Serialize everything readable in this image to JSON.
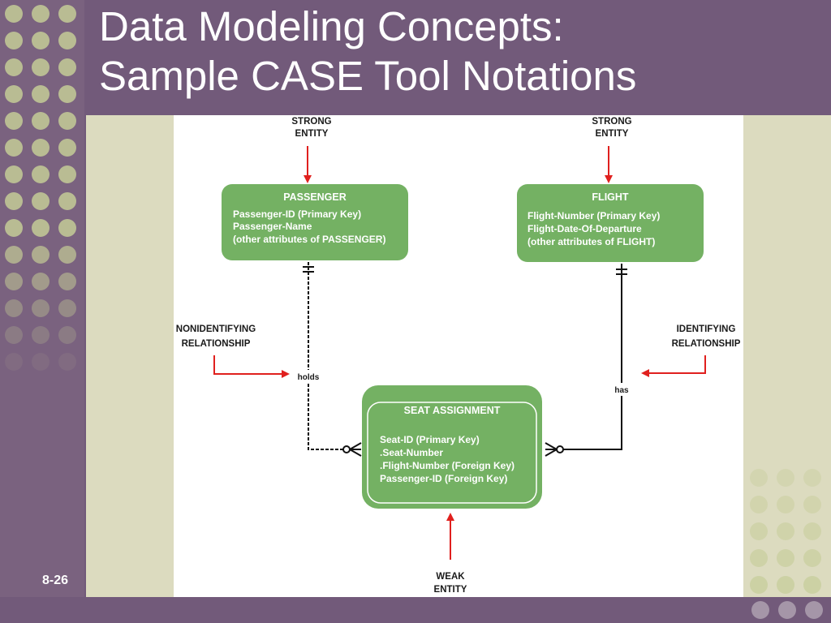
{
  "slide": {
    "title_line1": "Data Modeling Concepts:",
    "title_line2": "Sample CASE Tool Notations",
    "number": "8-26"
  },
  "colors": {
    "background": "#725a7a",
    "panel": "#dcdbbf",
    "entity_fill": "#74b163",
    "arrow": "#e0201e",
    "dot": "#c4cc96"
  },
  "diagram": {
    "labels": {
      "strong_left_l1": "STRONG",
      "strong_left_l2": "ENTITY",
      "strong_right_l1": "STRONG",
      "strong_right_l2": "ENTITY",
      "nonidentifying_l1": "NONIDENTIFYING",
      "nonidentifying_l2": "RELATIONSHIP",
      "identifying_l1": "IDENTIFYING",
      "identifying_l2": "RELATIONSHIP",
      "weak_l1": "WEAK",
      "weak_l2": "ENTITY"
    },
    "entities": {
      "passenger": {
        "name": "PASSENGER",
        "attributes": [
          "Passenger-ID (Primary Key)",
          "Passenger-Name",
          "(other attributes of PASSENGER)"
        ]
      },
      "flight": {
        "name": "FLIGHT",
        "attributes": [
          "Flight-Number (Primary Key)",
          "Flight-Date-Of-Departure",
          "(other attributes of FLIGHT)"
        ]
      },
      "seat_assignment": {
        "name": "SEAT ASSIGNMENT",
        "attributes": [
          "Seat-ID (Primary Key)",
          ".Seat-Number",
          ".Flight-Number (Foreign Key)",
          "Passenger-ID (Foreign Key)"
        ]
      }
    },
    "relationships": {
      "holds": "holds",
      "has": "has"
    }
  }
}
